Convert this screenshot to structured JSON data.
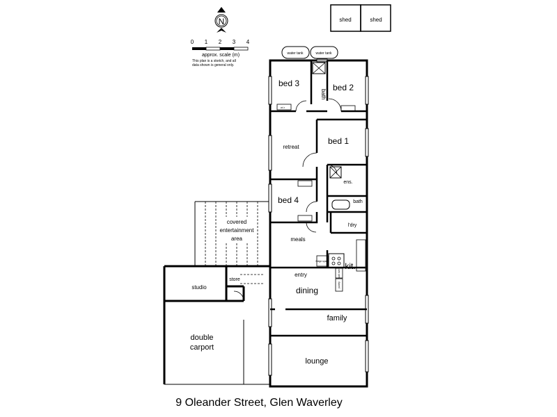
{
  "title": "9 Oleander Street, Glen Waverley",
  "compass": {
    "label": "N"
  },
  "scale": {
    "ticks": [
      "0",
      "1",
      "2",
      "3",
      "4"
    ],
    "label": "approx. scale (m)",
    "disclaimer_line1": "This plan is a sketch, and all",
    "disclaimer_line2": "data shown is general only."
  },
  "rooms": {
    "shed1": "shed",
    "shed2": "shed",
    "water_tank1": "water tank",
    "water_tank2": "water tank",
    "bed3": "bed 3",
    "bath_top": "bath",
    "bed2": "bed 2",
    "bed1": "bed 1",
    "retreat": "retreat",
    "ens": "ens.",
    "bed4": "bed 4",
    "bath": "bath",
    "laundry": "l'dry",
    "covered_line1": "covered",
    "covered_line2": "entertainment",
    "covered_line3": "area",
    "meals": "meals",
    "kitchen": "kit.",
    "entry": "entry",
    "studio": "studio",
    "store": "store",
    "dining": "dining",
    "family": "family",
    "carport_line1": "double",
    "carport_line2": "carport",
    "lounge": "lounge"
  },
  "fixtures": {
    "wir": "w.i.r",
    "fridge": "fridge space",
    "pantry": "pantry",
    "wall_oven": "wall oven"
  }
}
